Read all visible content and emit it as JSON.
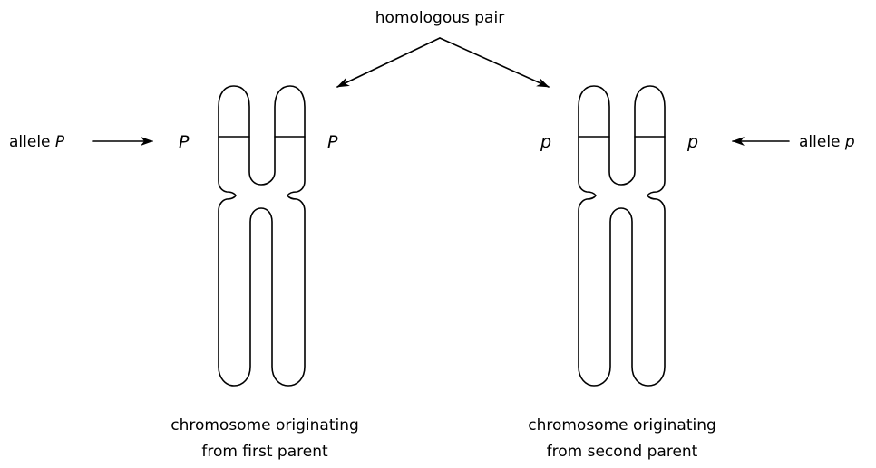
{
  "title": "homologous pair",
  "left": {
    "pointer_label": "allele ",
    "pointer_allele": "P",
    "allele_left": "P",
    "allele_right": "P",
    "caption_line1": "chromosome originating",
    "caption_line2": "from first parent"
  },
  "right": {
    "pointer_label": "allele ",
    "pointer_allele": "p",
    "allele_left": "p",
    "allele_right": "p",
    "caption_line1": "chromosome originating",
    "caption_line2": "from second parent"
  }
}
